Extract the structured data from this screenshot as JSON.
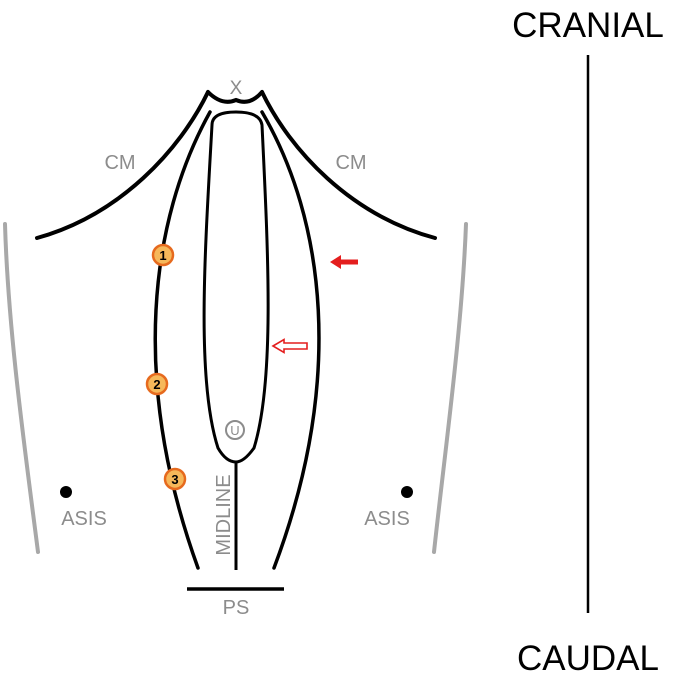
{
  "orientation": {
    "cranial": "CRANIAL",
    "caudal": "CAUDAL"
  },
  "landmarks": {
    "xiphoid": "X",
    "costal_margin_left": "CM",
    "costal_margin_right": "CM",
    "umbilicus": "U",
    "midline": "MIDLINE",
    "asis_left": "ASIS",
    "asis_right": "ASIS",
    "pubic_symphysis": "PS"
  },
  "markers": [
    {
      "label": "1"
    },
    {
      "label": "2"
    },
    {
      "label": "3"
    }
  ],
  "colors": {
    "outline": "#000000",
    "label_gray": "#8c8c8c",
    "flank_gray": "#a8a8a8",
    "marker_fill": "#f6b85a",
    "marker_stroke": "#e66a1e",
    "arrow_red": "#e41e1e"
  },
  "icons": {
    "solid_arrow": "arrow-left-solid-icon",
    "hollow_arrow": "arrow-left-outline-icon"
  }
}
